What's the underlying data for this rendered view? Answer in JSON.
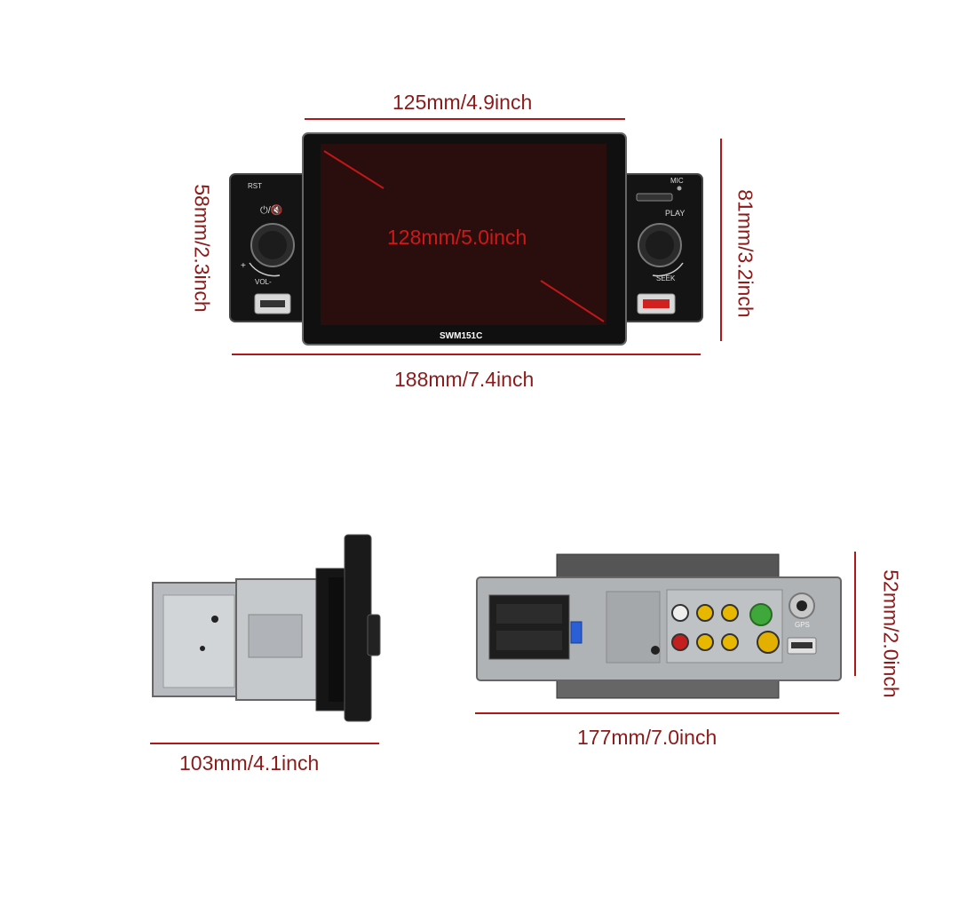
{
  "front": {
    "top_width": "125mm/4.9inch",
    "screen_diagonal": "128mm/5.0inch",
    "total_width": "188mm/7.4inch",
    "left_height": "58mm/2.3inch",
    "right_height": "81mm/3.2inch",
    "model": "SWM151C",
    "labels": {
      "rst": "RST",
      "mic": "MIC",
      "power": "⏻/🔇",
      "vol": "VOL-",
      "plus": "+",
      "play": "PLAY",
      "seek": "SEEK"
    }
  },
  "side": {
    "depth": "103mm/4.1inch"
  },
  "rear": {
    "width": "177mm/7.0inch",
    "height": "52mm/2.0inch",
    "gps_label": "GPS"
  },
  "colors": {
    "dimension_text": "#8b1a1a",
    "dimension_line": "#b01818",
    "screen": "#2a0d0d",
    "body": "#151515"
  }
}
